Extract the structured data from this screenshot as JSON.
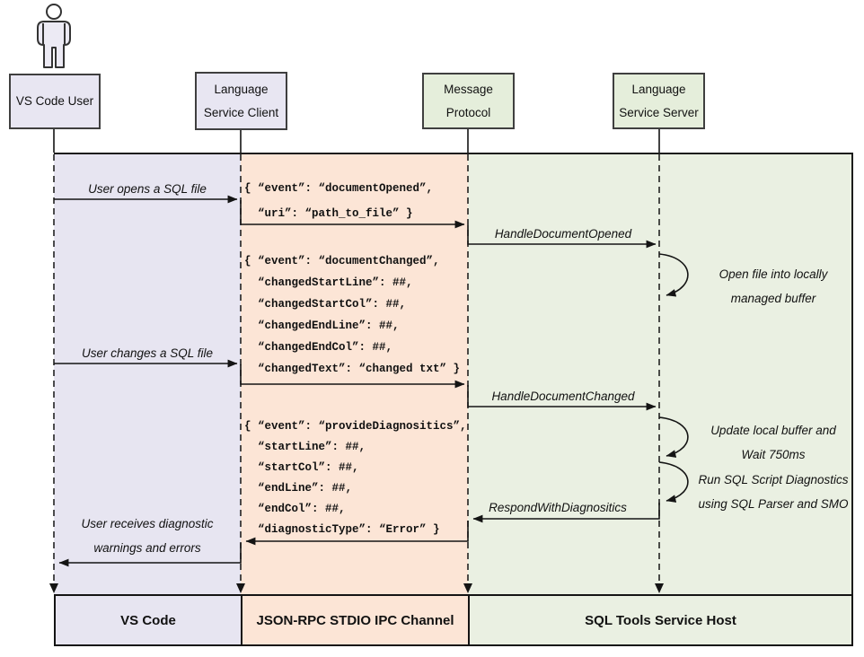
{
  "colors": {
    "lavender_band": "#e7e5f1",
    "peach_band": "#fce5d6",
    "green_band": "#eaf0e2",
    "lavender_box": "#e8e6f2",
    "green_box": "#e5eedb",
    "line": "#141414"
  },
  "actors": {
    "vs_code_user": [
      "VS Code User"
    ],
    "language_service_client": [
      "Language",
      "Service Client"
    ],
    "message_protocol": [
      "Message",
      "Protocol"
    ],
    "language_service_server": [
      "Language",
      "Service Server"
    ]
  },
  "messages": {
    "user_opens": "User opens a SQL file",
    "user_changes": "User changes a SQL file",
    "user_receives": [
      "User receives diagnostic",
      "warnings and errors"
    ],
    "handle_document_opened": "HandleDocumentOpened",
    "handle_document_changed": "HandleDocumentChanged",
    "respond_with_diagnostics": "RespondWithDiagnositics"
  },
  "annotations": {
    "open_file": [
      "Open file into locally",
      "managed buffer"
    ],
    "update_buffer": [
      "Update local buffer and",
      "Wait 750ms"
    ],
    "run_diagnostics": [
      "Run SQL Script Diagnostics",
      "using SQL Parser and SMO"
    ]
  },
  "json_blocks": {
    "document_opened": [
      "{ “event”: “documentOpened”,",
      "  “uri”: “path_to_file” }"
    ],
    "document_changed": [
      "{ “event”: “documentChanged”,",
      "  “changedStartLine”: ##,",
      "  “changedStartCol”: ##,",
      "  “changedEndLine”: ##,",
      "  “changedEndCol”: ##,",
      "  “changedText”: “changed txt” }"
    ],
    "provide_diagnostics": [
      "{ “event”: “provideDiagnositics”,",
      "  “startLine”: ##,",
      "  “startCol”: ##,",
      "  “endLine”: ##,",
      "  “endCol”: ##,",
      "  “diagnosticType”: “Error” }"
    ]
  },
  "footers": {
    "vs_code": "VS Code",
    "ipc_channel": "JSON-RPC STDIO IPC Channel",
    "sql_tools_host": "SQL Tools Service Host"
  }
}
